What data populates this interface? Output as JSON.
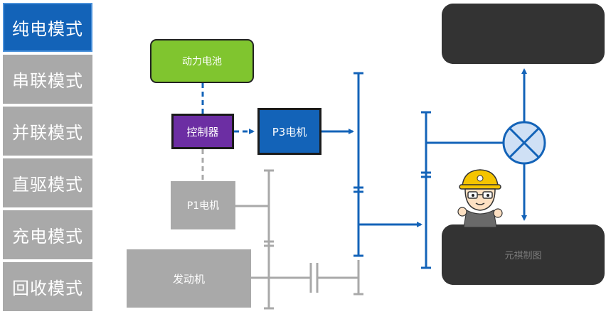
{
  "sidebar": {
    "modes": [
      {
        "label": "纯电模式",
        "active": true
      },
      {
        "label": "串联模式",
        "active": false
      },
      {
        "label": "并联模式",
        "active": false
      },
      {
        "label": "直驱模式",
        "active": false
      },
      {
        "label": "充电模式",
        "active": false
      },
      {
        "label": "回收模式",
        "active": false
      }
    ]
  },
  "diagram": {
    "battery_label": "动力电池",
    "controller_label": "控制器",
    "p3_label": "P3电机",
    "p1_label": "P1电机",
    "engine_label": "发动机",
    "watermark": "元祺制图"
  },
  "colors": {
    "active_blue": "#1363b8",
    "inactive_gray": "#a9a9a9",
    "battery_green": "#80c52f",
    "controller_purple": "#6c2ea3",
    "wheel_dark": "#333333",
    "diff_fill": "#cfe0f5"
  },
  "icons": [
    "differential-icon",
    "worker-mascot-icon"
  ]
}
